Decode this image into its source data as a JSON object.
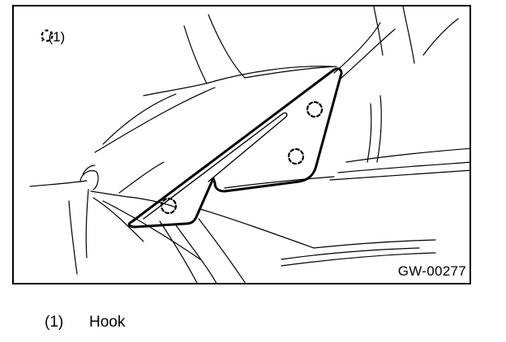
{
  "figure": {
    "legend": {
      "symbol": "dashed-circle-icon",
      "label": ": (1)"
    },
    "code": "GW-00277"
  },
  "callouts": [
    {
      "number": "(1)",
      "name": "Hook"
    }
  ]
}
